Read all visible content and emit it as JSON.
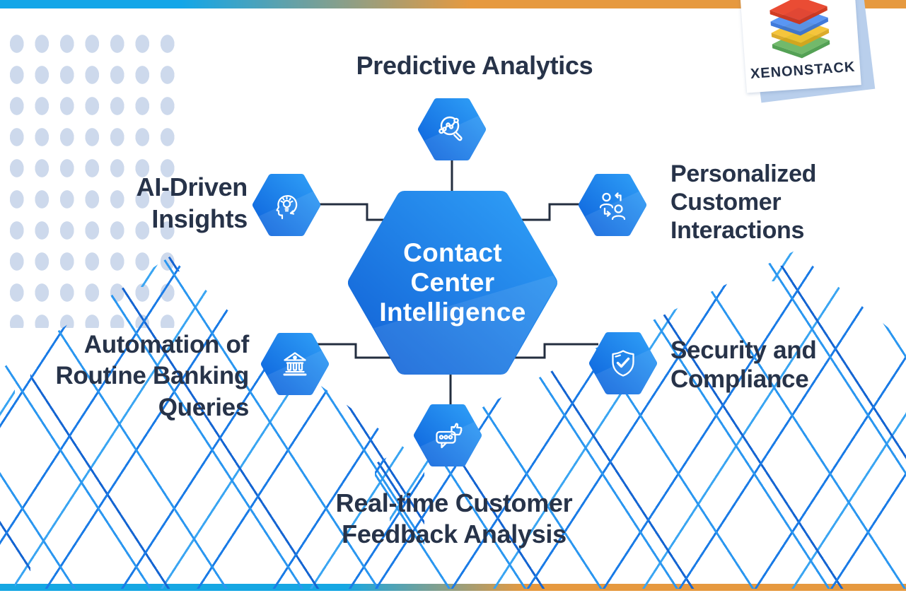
{
  "brand": {
    "logo_text": "XENONSTACK",
    "stack_icon": "xenonstack-layers-icon",
    "stack_colors": [
      "#e9432a",
      "#4d8ef2",
      "#f5c02c",
      "#66b45f"
    ]
  },
  "diagram": {
    "center": {
      "lines": [
        "Contact",
        "Center",
        "Intelligence"
      ],
      "shape": "hexagon"
    },
    "nodes": {
      "top": {
        "label_lines": [
          "Predictive Analytics"
        ],
        "icon": "analytics-magnifier-icon"
      },
      "left_top": {
        "label_lines": [
          "AI-Driven",
          "Insights"
        ],
        "icon": "head-lightbulb-icon"
      },
      "right_top": {
        "label_lines": [
          "Personalized",
          "Customer",
          "Interactions"
        ],
        "icon": "people-exchange-icon"
      },
      "left_bottom": {
        "label_lines": [
          "Automation of",
          "Routine Banking",
          "Queries"
        ],
        "icon": "bank-building-icon"
      },
      "right_bottom": {
        "label_lines": [
          "Security and",
          "Compliance"
        ],
        "icon": "shield-check-icon"
      },
      "bottom": {
        "label_lines": [
          "Real-time Customer",
          "Feedback Analysis"
        ],
        "icon": "feedback-thumbs-up-icon"
      }
    }
  },
  "colors": {
    "hex_gradient_dark": "#1262d6",
    "hex_gradient_light": "#2f9ff7",
    "connector": "#232e3f",
    "text_ink": "#273349",
    "mesh_blue_bright": "#2b97f0",
    "mesh_blue_deep": "#1565d2",
    "dot_fill": "#cdd9ec",
    "bar_cyan": "#13a6e8",
    "bar_orange": "#e6993f"
  }
}
